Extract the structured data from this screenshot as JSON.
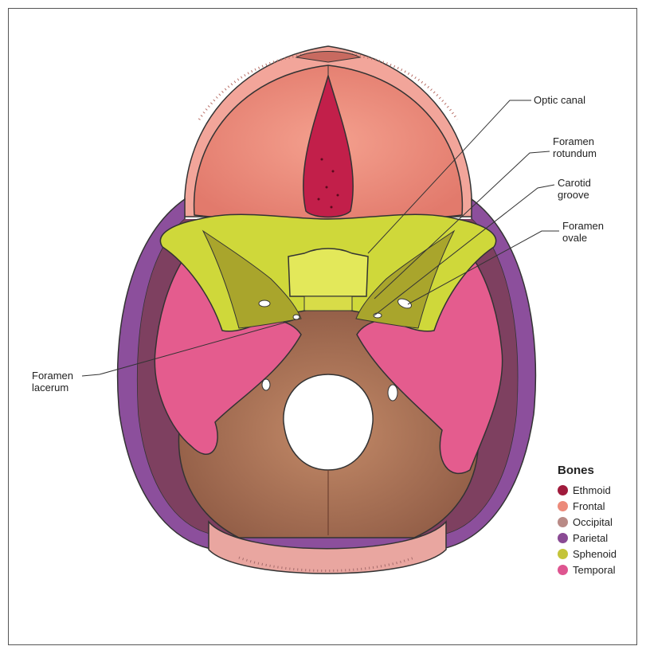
{
  "labels": {
    "optic_canal": "Optic canal",
    "foramen_rotundum_1": "Foramen",
    "foramen_rotundum_2": "rotundum",
    "carotid_groove_1": "Carotid",
    "carotid_groove_2": "groove",
    "foramen_ovale_1": "Foramen",
    "foramen_ovale_2": "ovale",
    "foramen_lacerum_1": "Foramen",
    "foramen_lacerum_2": "lacerum"
  },
  "legend": {
    "title": "Bones",
    "items": [
      {
        "label": "Ethmoid",
        "color": "#a01b3c"
      },
      {
        "label": "Frontal",
        "color": "#ec8a7a"
      },
      {
        "label": "Occipital",
        "color": "#b98a86"
      },
      {
        "label": "Parietal",
        "color": "#8a4a94"
      },
      {
        "label": "Sphenoid",
        "color": "#c4c43a"
      },
      {
        "label": "Temporal",
        "color": "#de5590"
      }
    ]
  },
  "colors": {
    "ethmoid": "#c21f4a",
    "frontal": "#ef8f7f",
    "occipital": "#a86a4e",
    "parietal": "#8c4f9c",
    "sphenoid": "#cfd83a",
    "temporal": "#e45c8e",
    "outline": "#333333"
  }
}
